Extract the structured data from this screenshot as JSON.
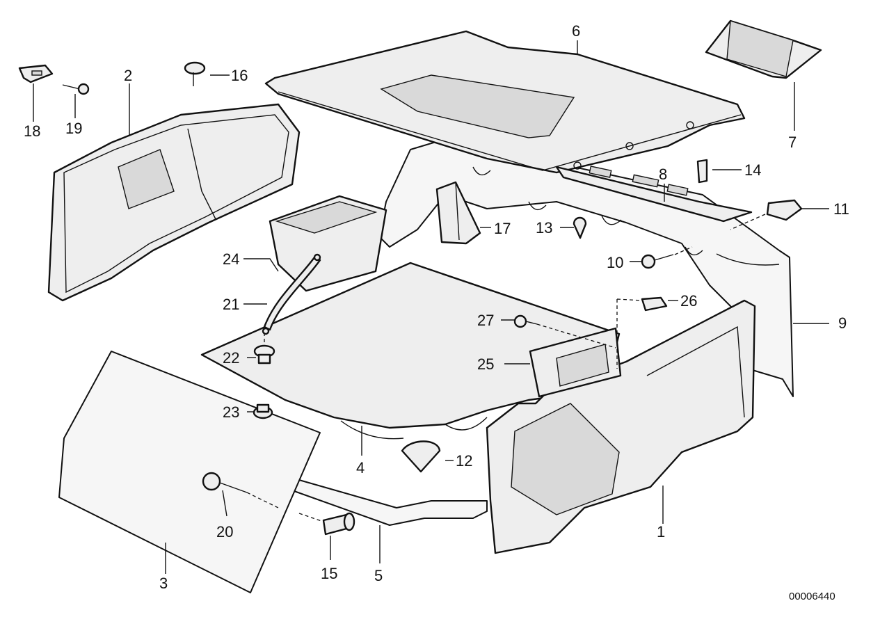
{
  "diagram": {
    "callouts": [
      "1",
      "2",
      "3",
      "4",
      "5",
      "6",
      "7",
      "8",
      "9",
      "10",
      "11",
      "12",
      "13",
      "14",
      "15",
      "16",
      "17",
      "18",
      "19",
      "20",
      "21",
      "22",
      "23",
      "24",
      "25",
      "26",
      "27"
    ],
    "reference_number": "00006440"
  }
}
